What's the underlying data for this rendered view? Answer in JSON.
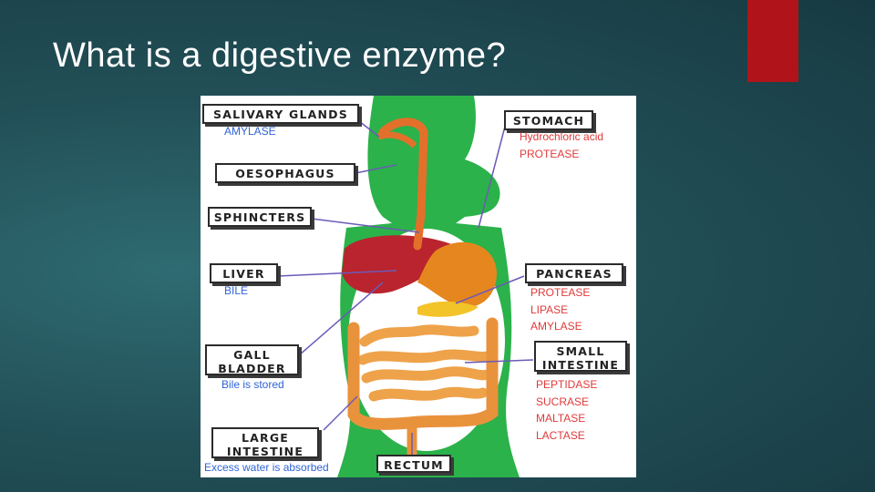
{
  "slide": {
    "title": "What is a digestive enzyme?",
    "accent_color": "#b0141a"
  },
  "diagram": {
    "labels": {
      "salivary_glands": "SALIVARY GLANDS",
      "oesophagus": "OESOPHAGUS",
      "sphincters": "SPHINCTERS",
      "liver": "LIVER",
      "gall_bladder_line1": "GALL",
      "gall_bladder_line2": "BLADDER",
      "large_intestine_line1": "LARGE",
      "large_intestine_line2": "INTESTINE",
      "stomach": "STOMACH",
      "pancreas": "PANCREAS",
      "small_intestine_line1": "SMALL",
      "small_intestine_line2": "INTESTINE",
      "rectum": "RECTUM"
    },
    "notes": {
      "salivary": "AMYLASE",
      "liver": "BILE",
      "gall_bladder": "Bile is stored",
      "large_intestine": "Excess water is absorbed",
      "stomach": [
        "Hydrochloric acid",
        "PROTEASE"
      ],
      "pancreas": [
        "PROTEASE",
        "LIPASE",
        "AMYLASE"
      ],
      "small_intestine": [
        "PEPTIDASE",
        "SUCRASE",
        "MALTASE",
        "LACTASE"
      ]
    }
  }
}
